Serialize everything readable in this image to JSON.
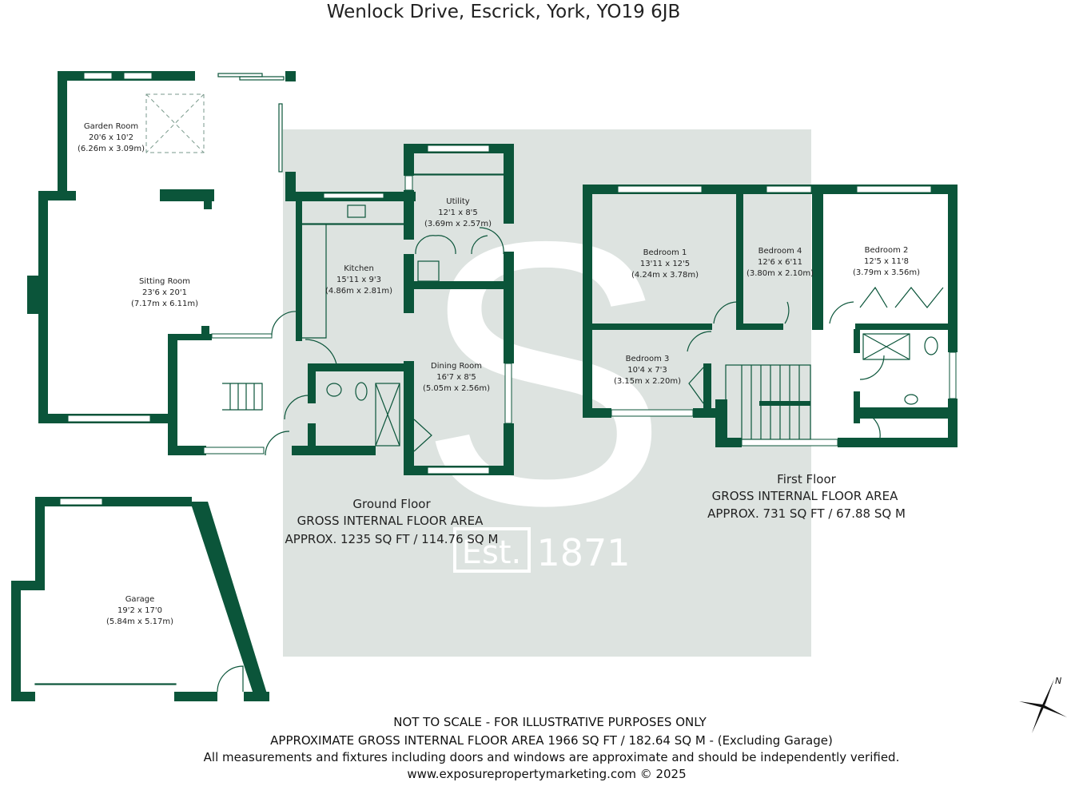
{
  "title": "Wenlock Drive, Escrick, York, YO19 6JB",
  "colors": {
    "wall": "#0b553a",
    "watermark": "#dde3e0"
  },
  "watermark": {
    "letter": "S",
    "est": "Est.",
    "year": "1871"
  },
  "ground_floor": {
    "label": "Ground Floor",
    "area_heading": "GROSS INTERNAL FLOOR AREA",
    "area": "APPROX. 1235 SQ FT / 114.76 SQ M",
    "rooms": [
      {
        "name": "Garden Room",
        "imperial": "20'6 x 10'2",
        "metric": "(6.26m x 3.09m)"
      },
      {
        "name": "Sitting Room",
        "imperial": "23'6 x 20'1",
        "metric": "(7.17m x 6.11m)"
      },
      {
        "name": "Kitchen",
        "imperial": "15'11 x 9'3",
        "metric": "(4.86m x 2.81m)"
      },
      {
        "name": "Utility",
        "imperial": "12'1 x 8'5",
        "metric": "(3.69m x 2.57m)"
      },
      {
        "name": "Dining Room",
        "imperial": "16'7 x 8'5",
        "metric": "(5.05m x 2.56m)"
      },
      {
        "name": "Garage",
        "imperial": "19'2 x 17'0",
        "metric": "(5.84m x 5.17m)"
      }
    ]
  },
  "first_floor": {
    "label": "First Floor",
    "area_heading": "GROSS INTERNAL FLOOR AREA",
    "area": "APPROX. 731 SQ FT / 67.88 SQ M",
    "rooms": [
      {
        "name": "Bedroom 1",
        "imperial": "13'11 x 12'5",
        "metric": "(4.24m x 3.78m)"
      },
      {
        "name": "Bedroom 4",
        "imperial": "12'6 x 6'11",
        "metric": "(3.80m x 2.10m)"
      },
      {
        "name": "Bedroom 2",
        "imperial": "12'5 x 11'8",
        "metric": "(3.79m x 3.56m)"
      },
      {
        "name": "Bedroom 3",
        "imperial": "10'4 x 7'3",
        "metric": "(3.15m x 2.20m)"
      }
    ]
  },
  "compass": {
    "label": "N"
  },
  "footer": [
    "NOT TO SCALE - FOR ILLUSTRATIVE PURPOSES ONLY",
    "APPROXIMATE GROSS INTERNAL FLOOR AREA 1966 SQ FT / 182.64 SQ M - (Excluding Garage)",
    "All measurements and fixtures including doors and windows are approximate and should be independently verified.",
    "www.exposurepropertymarketing.com © 2025"
  ]
}
